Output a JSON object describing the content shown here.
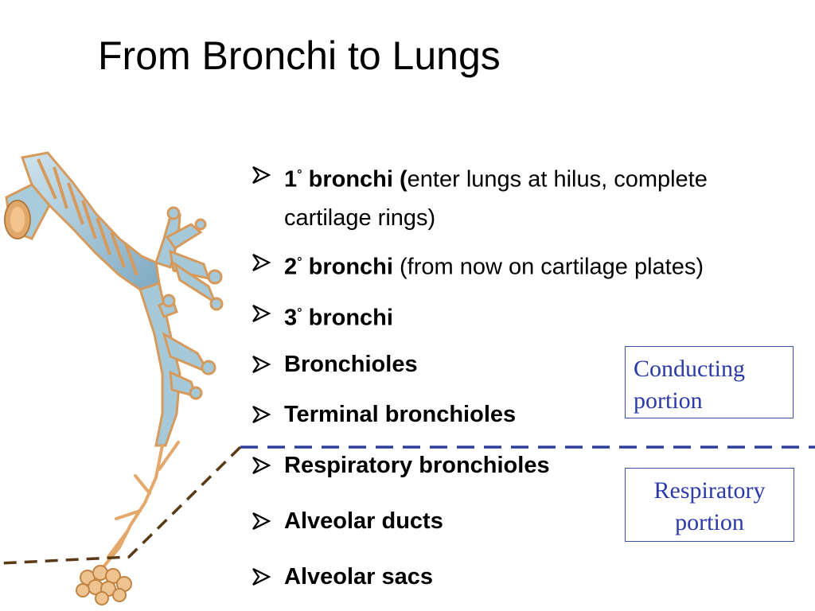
{
  "slide": {
    "title": "From Bronchi to Lungs"
  },
  "bullets": [
    {
      "bold": "1",
      "sup": "°",
      "bold2": " bronchi (",
      "normal": "enter lungs at hilus, complete",
      "continuation": "cartilage rings)"
    },
    {
      "bold": "2",
      "sup": "°",
      "bold2": " bronchi",
      "normal": " (from now on cartilage plates)",
      "continuation": ""
    },
    {
      "bold": "3",
      "sup": "°",
      "bold2": " bronchi",
      "normal": "",
      "continuation": ""
    },
    {
      "bold": "Bronchioles",
      "sup": "",
      "bold2": "",
      "normal": "",
      "continuation": ""
    },
    {
      "bold": "Terminal bronchioles",
      "sup": "",
      "bold2": "",
      "normal": "",
      "continuation": ""
    },
    {
      "bold": "Respiratory bronchioles",
      "sup": "",
      "bold2": "",
      "normal": "",
      "continuation": ""
    },
    {
      "bold": "Alveolar ducts",
      "sup": "",
      "bold2": "",
      "normal": "",
      "continuation": ""
    },
    {
      "bold": "Alveolar sacs",
      "sup": "",
      "bold2": "",
      "normal": "",
      "continuation": ""
    }
  ],
  "labels": {
    "conducting_line1": "Conducting",
    "conducting_line2": "portion",
    "respiratory_line1": "Respiratory",
    "respiratory_line2": "portion"
  },
  "colors": {
    "label_text": "#2b3aa8",
    "label_border": "#3a4fa0",
    "divider_blue": "#2d3f9a",
    "divider_brown": "#5a3a16",
    "cartilage": "#9ec3d6",
    "tissue": "#e9b77a"
  },
  "icons": {
    "bullet_marker": "arrow-bullet-icon",
    "illustration": "bronchial-tree-illustration"
  }
}
